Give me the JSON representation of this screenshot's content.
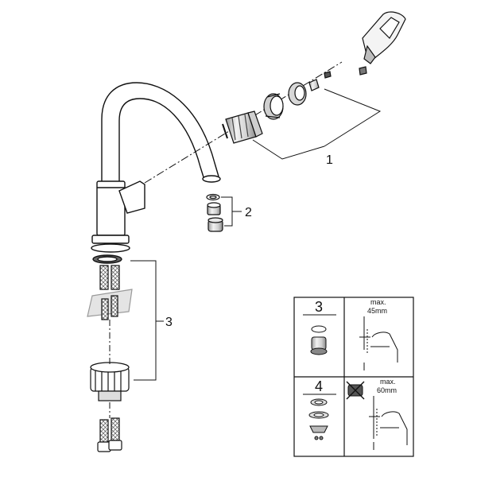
{
  "callouts": {
    "c1": "1",
    "c2": "2",
    "c3": "3"
  },
  "spec_box": {
    "cell_3_number": "3",
    "cell_4_number": "4",
    "max_a_label": "max.",
    "max_a_value": "45mm",
    "max_b_label": "max.",
    "max_b_value": "60mm"
  },
  "colors": {
    "line": "#111111",
    "shade": "#bdbdbd",
    "light": "#e6e6e6"
  },
  "icons": [
    "faucet-spout",
    "cartridge",
    "aerator",
    "supply-hose",
    "mounting-nut",
    "seal-ring"
  ]
}
